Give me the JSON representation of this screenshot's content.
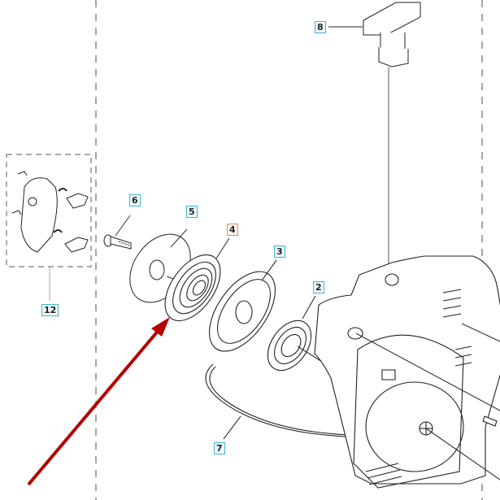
{
  "diagram": {
    "title": "Starter assembly exploded view",
    "accent_color": "#3fb5c4",
    "highlight_color": "#e88a6a",
    "arrow_color": "#b30000",
    "callouts": [
      {
        "id": "8",
        "label": "8",
        "part": "starter-handle"
      },
      {
        "id": "6",
        "label": "6",
        "part": "screw"
      },
      {
        "id": "5",
        "label": "5",
        "part": "washer-plate"
      },
      {
        "id": "4",
        "label": "4",
        "part": "recoil-spring",
        "highlighted": true
      },
      {
        "id": "3",
        "label": "3",
        "part": "rope-pulley"
      },
      {
        "id": "2",
        "label": "2",
        "part": "spring-cassette"
      },
      {
        "id": "7",
        "label": "7",
        "part": "starter-rope"
      },
      {
        "id": "12",
        "label": "12",
        "part": "pawl-kit"
      }
    ]
  }
}
